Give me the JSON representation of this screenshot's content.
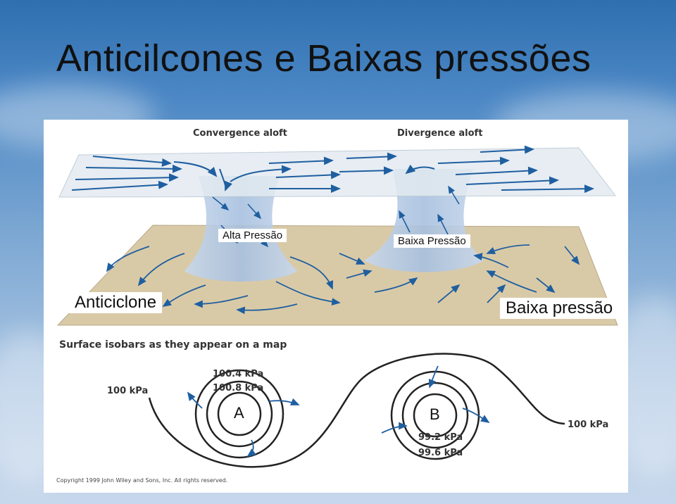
{
  "title": "Anticilcones e Baixas pressões",
  "diagram": {
    "convergence_label": "Convergence aloft",
    "divergence_label": "Divergence aloft",
    "alta_pressao": "Alta Pressão",
    "baixa_pressao_small": "Baixa Pressão",
    "anticiclone": "Anticiclone",
    "baixa_pressao_large": "Baixa pressão",
    "map_title": "Surface isobars as they appear on a map",
    "isobar_100_left": "100 kPa",
    "isobar_100_right": "100 kPa",
    "isobar_100_4": "100.4 kPa",
    "isobar_100_8": "100.8 kPa",
    "isobar_99_2": "99.2 kPa",
    "isobar_99_6": "99.6 kPa",
    "high_letter": "A",
    "low_letter": "B",
    "copyright": "Copyright 1999 John Wiley and Sons, Inc. All rights reserved."
  },
  "colors": {
    "arrow": "#1f5fa0",
    "ground": "#d8c9a8",
    "plane": "#e6edf2",
    "column": "#a9c3e0"
  }
}
